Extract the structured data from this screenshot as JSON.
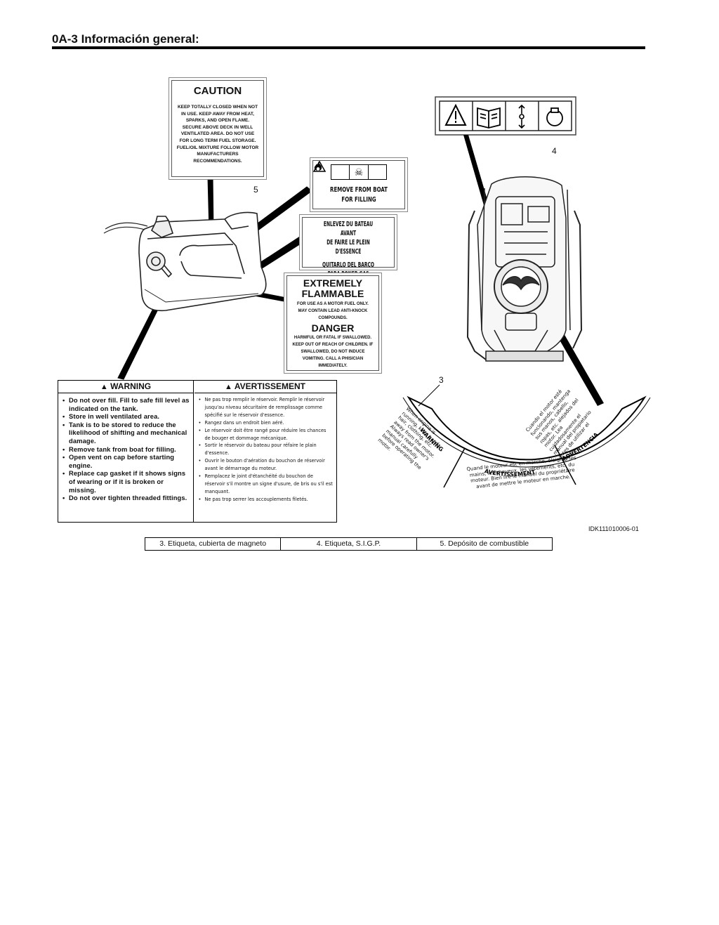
{
  "header": {
    "title": "0A-3   Información general:"
  },
  "caution": {
    "title": "CAUTION",
    "body": "KEEP TOTALLY CLOSED WHEN NOT IN USE. KEEP AWAY FROM HEAT, SPARKS, AND OPEN FLAME. SECURE ABOVE DECK IN WELL VENTILATED AREA. DO NOT USE FOR LONG TERM FUEL STORAGE. FUEL/OIL MIXTURE FOLLOW MOTOR MANUFACTURERS RECOMMENDATIONS."
  },
  "remove_label": {
    "line1": "REMOVE FROM BOAT",
    "line2": "FOR FILLING"
  },
  "multilang_label": {
    "line1": "ENLEVEZ DU BATEAU AVANT",
    "line2": "DE FAIRE LE PLEIN D'ESSENCE",
    "line3": "QUITARLO DEL BARCO",
    "line4": "PARA PONER GAS"
  },
  "flammable": {
    "title1": "EXTREMELY",
    "title2": "FLAMMABLE",
    "body1": "FOR USE AS A MOTOR FUEL ONLY. MAY CONTAIN LEAD ANTI-KNOCK COMPOUNDS.",
    "danger": "DANGER",
    "body2": "HARMFUL OR FATAL IF SWALLOWED. KEEP OUT OF REACH OF CHILDREN. IF SWALLOWED, DO NOT INDUCE VOMITING. CALL A PHISICIAN IMMEDIATELY."
  },
  "warning_en": {
    "title": "WARNING",
    "items": [
      "Do not over fill. Fill to safe fill level as indicated on the tank.",
      "Store in well ventilated area.",
      "Tank is to be stored to reduce the likelihood of shifting and mechanical damage.",
      "Remove tank from boat for filling.",
      "Open vent on cap before starting engine.",
      "Replace cap gasket if it shows signs of wearing or if it is broken or missing.",
      "Do not over tighten threaded fittings."
    ]
  },
  "warning_fr": {
    "title": "AVERTISSEMENT",
    "items": [
      "Ne pas trop remplir le réservoir. Remplir le réservoir jusqu'au niveau sécuritaire de remplissage comme spécifié sur le réservoir d'essence.",
      "Rangez dans un endroit bien aéré.",
      "Le réservoir doit être rangé pour réduire les chances de bouger et dommage mécanique.",
      "Sortir le réservoir du bateau pour réfaire le plain d'essence.",
      "Ouvrir le bouton d'aération du bouchon de réservoir avant le démarrage du moteur.",
      "Remplacez le joint d'étanchéité du bouchon de réservoir s'il montre un signe d'usure, de bris ou s'il est manquant.",
      "Ne pas trop serrer les accouplements filetés."
    ]
  },
  "arc_label": {
    "warning_title": "WARNING",
    "warning_text": "When engine is running, keep hands, hair, clothing, etc. away from the motor. Always read owner's manual carefully before operating the motor.",
    "avert_title": "AVERTISSEMENT",
    "avert_text": "Quand le moteur est en marche, éloigner les mains, les cheveux, les vêtements, etc. du moteur. Bien lire le manuel du propriétaire avant de mettre le moteur en marche.",
    "adv_title": "ADVERTENCIA",
    "adv_text": "Cuando el motor esté funcionando, mantenga sus manos, cabello, ropas, etc. alejados del motor. Lea cuidadosamente el manual del propietario antes de utilizar el motor."
  },
  "callouts": {
    "n3": "3",
    "n4": "4",
    "n5": "5"
  },
  "figure_ref": "IDK111010006-01",
  "legend": [
    "3.   Etiqueta, cubierta de magneto",
    "4.   Etiqueta, S.I.G.P.",
    "5.   Depósito de combustible"
  ]
}
